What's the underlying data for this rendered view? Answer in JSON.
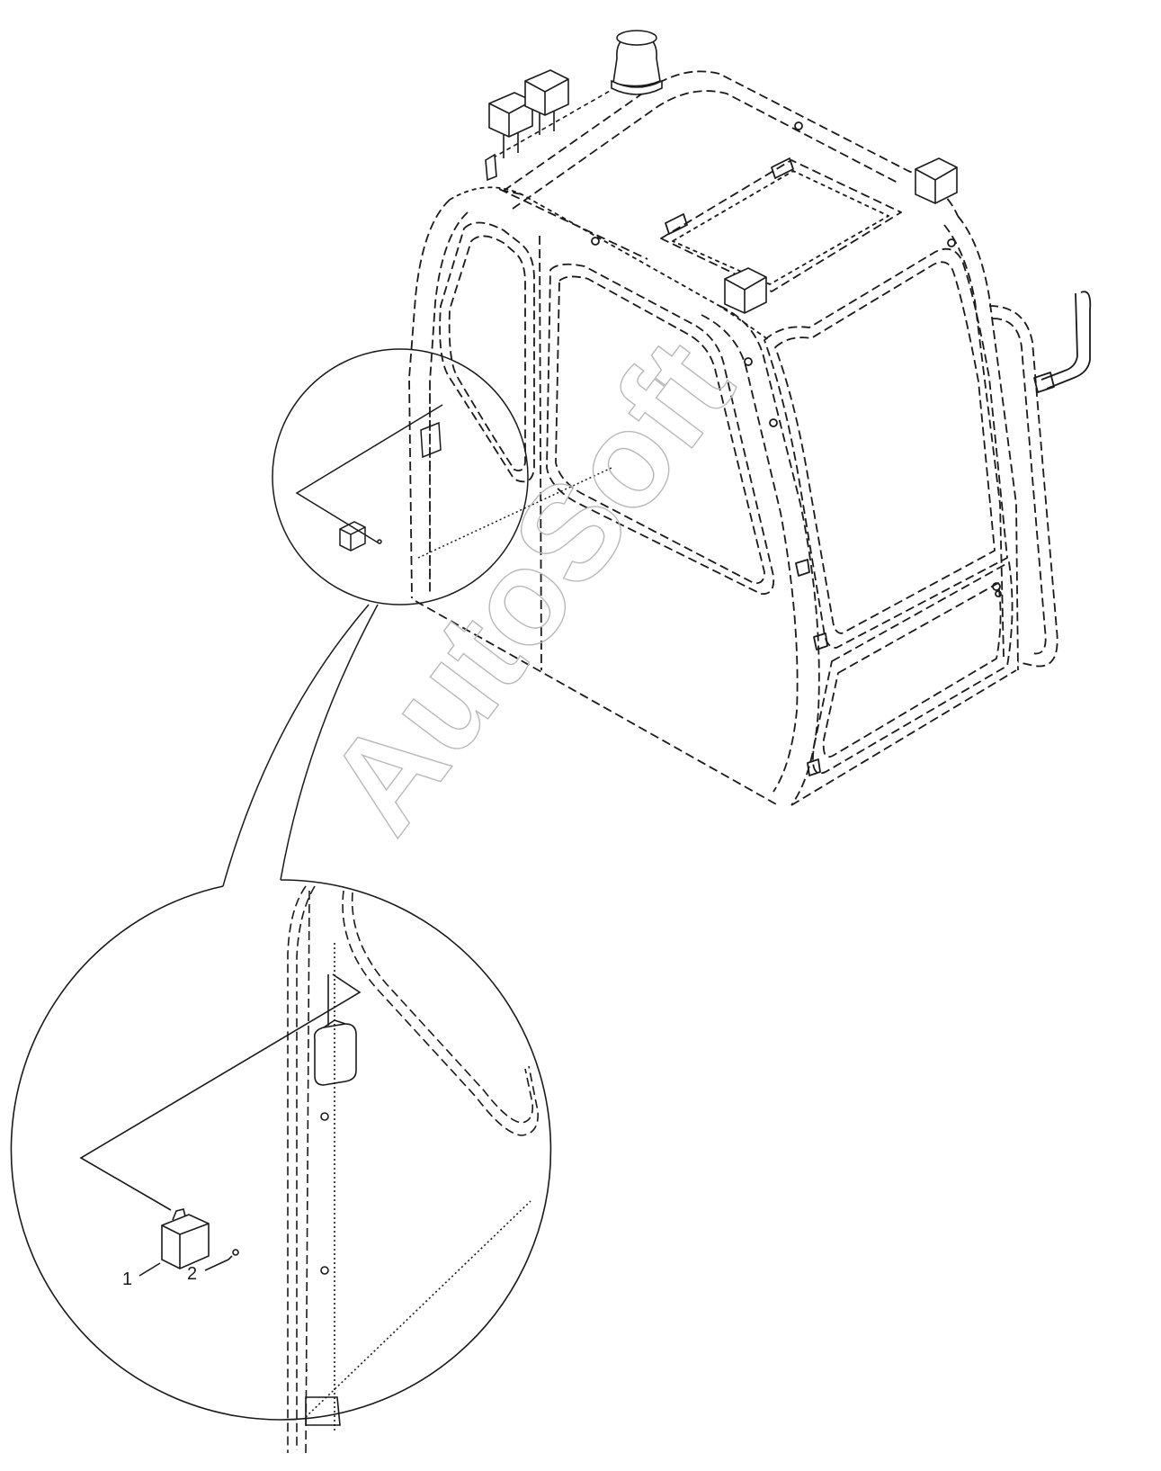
{
  "callouts": [
    {
      "label": "1",
      "part": "unit"
    },
    {
      "label": "2",
      "part": "screw"
    }
  ],
  "watermark": {
    "text": "AutoSoft",
    "color": "#b8b8b8"
  },
  "colors": {
    "line": "#1a1a1a",
    "background": "#ffffff"
  }
}
